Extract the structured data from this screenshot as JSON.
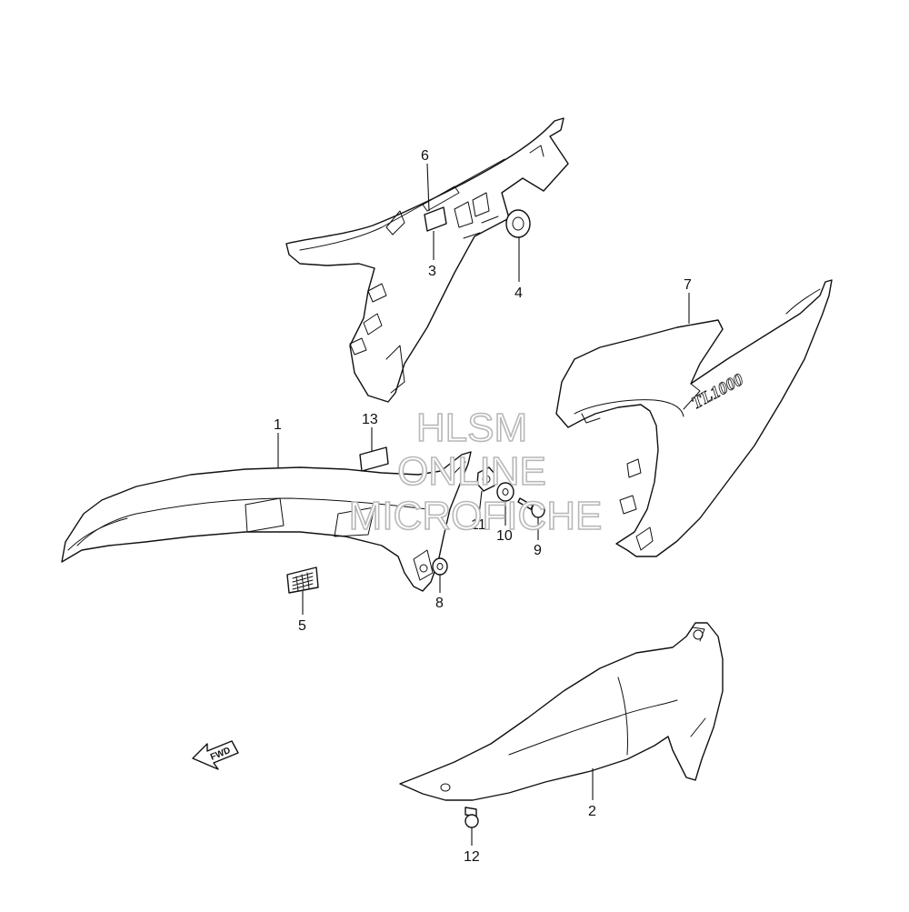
{
  "watermark": {
    "line1": "HLSM",
    "line2": "ONLINE",
    "line3": "MICROFICHE"
  },
  "direction_label": "FWD",
  "emblem_text": "TL1000",
  "callouts": [
    {
      "id": "1",
      "label": "1"
    },
    {
      "id": "2",
      "label": "2"
    },
    {
      "id": "3",
      "label": "3"
    },
    {
      "id": "4",
      "label": "4"
    },
    {
      "id": "5",
      "label": "5"
    },
    {
      "id": "6",
      "label": "6"
    },
    {
      "id": "7",
      "label": "7"
    },
    {
      "id": "8",
      "label": "8"
    },
    {
      "id": "9",
      "label": "9"
    },
    {
      "id": "10",
      "label": "10"
    },
    {
      "id": "11",
      "label": "11"
    },
    {
      "id": "12",
      "label": "12"
    },
    {
      "id": "13",
      "label": "13"
    }
  ]
}
